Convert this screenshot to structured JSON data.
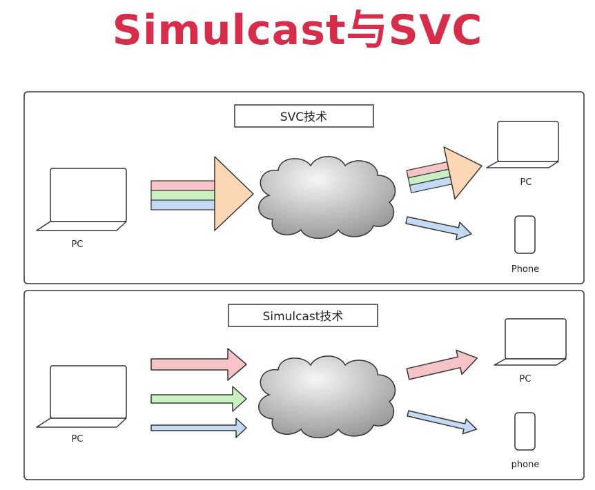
{
  "title": "Simulcast与SVC",
  "colors": {
    "title": "#d72c4a",
    "stream_red": "#f6c3c7",
    "stream_green": "#c8f0c0",
    "stream_blue": "#c4daf4",
    "encoder_triangle": "#fcd7b4",
    "cloud_light": "#f6f6f6",
    "cloud_dark": "#8c8c8c"
  },
  "panels": [
    {
      "heading": "SVC技术",
      "sender_label": "PC",
      "receivers": [
        {
          "label": "PC"
        },
        {
          "label": "Phone"
        }
      ]
    },
    {
      "heading": "Simulcast技术",
      "sender_label": "PC",
      "receivers": [
        {
          "label": "PC"
        },
        {
          "label": "phone"
        }
      ]
    }
  ]
}
